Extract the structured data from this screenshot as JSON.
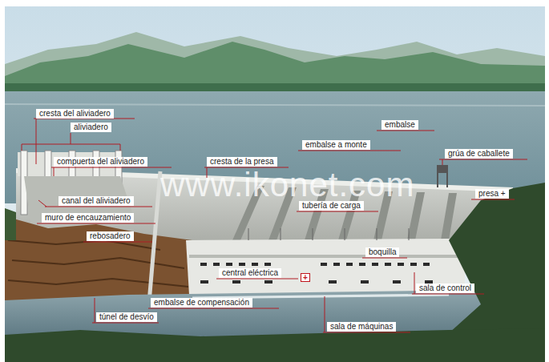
{
  "diagram": {
    "labels": [
      "cresta del aliviadero",
      "aliviadero",
      "compuerta del aliviadero",
      "canal del aliviadero",
      "muro de encauzamiento",
      "rebosadero",
      "embalse",
      "embalse a monte",
      "cresta de la presa",
      "grúa de caballete",
      "presa +",
      "tubería de carga",
      "boquilla",
      "central eléctrica",
      "+",
      "sala de control",
      "embalse de compensación",
      "túnel de desvío",
      "sala de máquinas",
      "www.ikonet.com"
    ]
  }
}
